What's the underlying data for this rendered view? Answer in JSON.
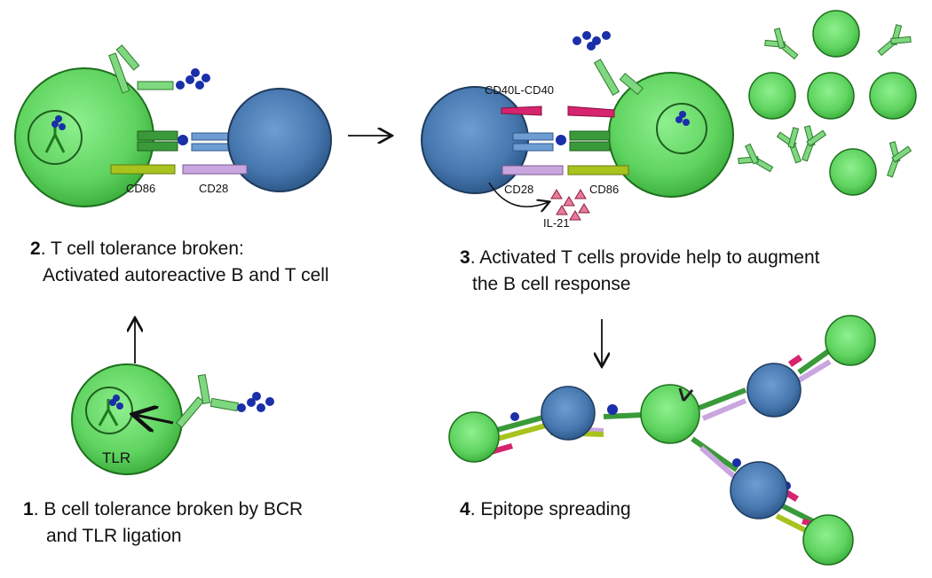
{
  "steps": {
    "step1": {
      "number": "1",
      "line1": ". B cell tolerance broken by BCR",
      "line2": "and TLR ligation"
    },
    "step2": {
      "number": "2",
      "line1": ". T cell tolerance broken:",
      "line2": "Activated autoreactive B and T cell"
    },
    "step3": {
      "number": "3",
      "line1": ". Activated T cells provide help to augment",
      "line2": "the B cell response"
    },
    "step4": {
      "number": "4",
      "line1": ". Epitope spreading"
    }
  },
  "labels": {
    "cd86": "CD86",
    "cd28": "CD28",
    "cd40l_cd40": "CD40L-CD40",
    "il21": "IL-21",
    "tlr": "TLR"
  },
  "colors": {
    "b_cell": "#5fd35f",
    "t_cell": "#4677ae",
    "cd86_bar": "#a8c31e",
    "cd28_bar": "#c9a6e0",
    "cd40": "#d6246e",
    "antibody": "#7fd87f",
    "antigen": "#1a2fa8",
    "il21": "#e87a9a"
  }
}
